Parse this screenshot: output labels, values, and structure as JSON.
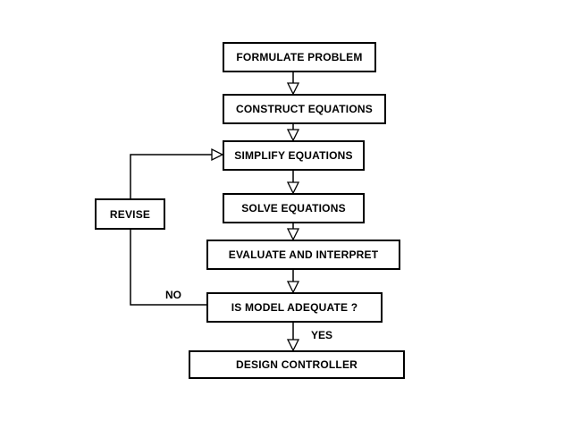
{
  "steps": {
    "formulate": "FORMULATE PROBLEM",
    "construct": "CONSTRUCT EQUATIONS",
    "simplify": "SIMPLIFY EQUATIONS",
    "solve": "SOLVE EQUATIONS",
    "evaluate": "EVALUATE AND INTERPRET",
    "adequate": "IS MODEL ADEQUATE ?",
    "design": "DESIGN CONTROLLER",
    "revise": "REVISE"
  },
  "labels": {
    "no": "NO",
    "yes": "YES"
  },
  "colors": {
    "line": "#000000",
    "background": "#ffffff"
  }
}
